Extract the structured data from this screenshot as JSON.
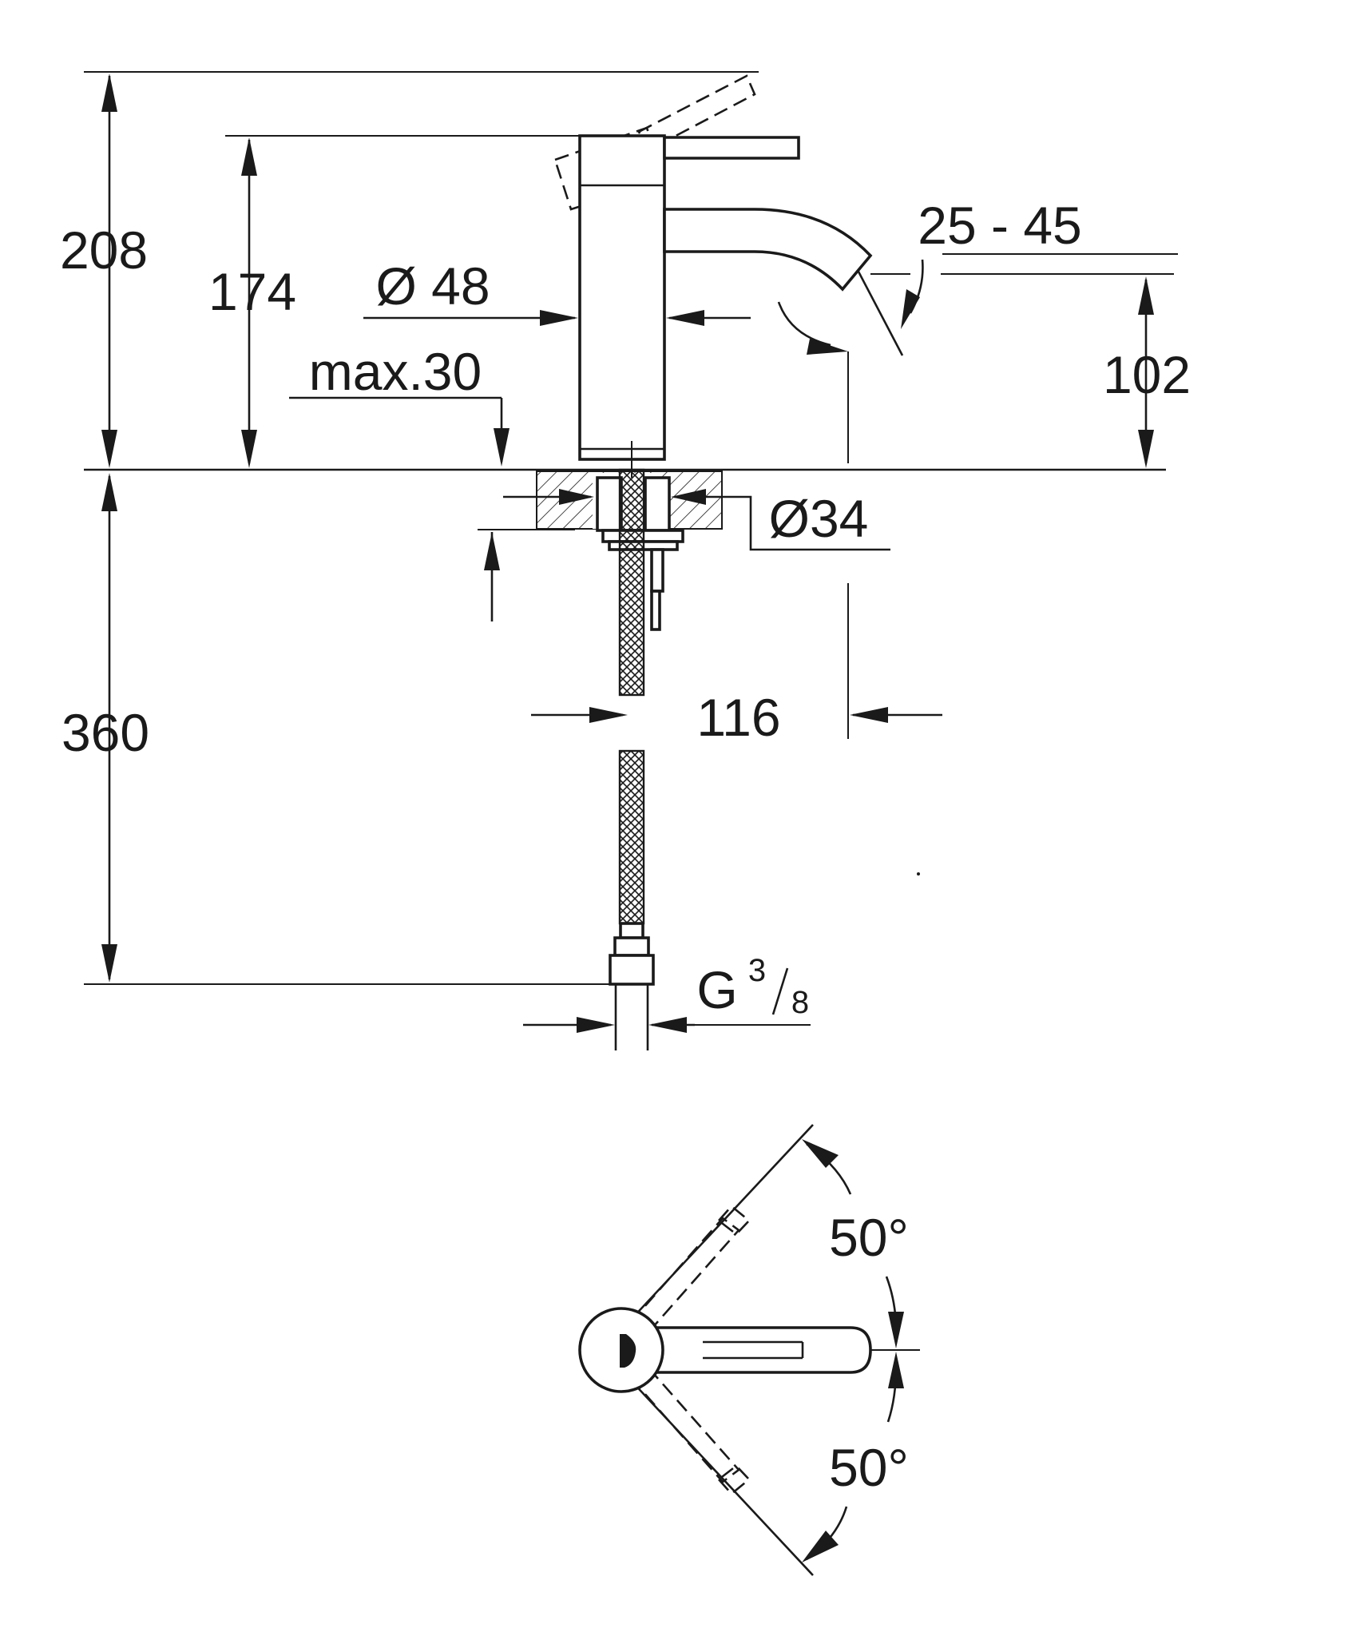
{
  "dimensions": {
    "overall_height": "208",
    "body_height": "174",
    "body_diameter": "Ø 48",
    "max_deck_thickness": "max.30",
    "angle_range": "25 - 45",
    "spout_height": "102",
    "hole_diameter": "Ø34",
    "hose_length": "360",
    "spout_reach": "116",
    "connection_thread_main": "G",
    "connection_thread_num": "3",
    "connection_thread_den": "8",
    "lever_angle_top": "50°",
    "lever_angle_bottom": "50°"
  }
}
